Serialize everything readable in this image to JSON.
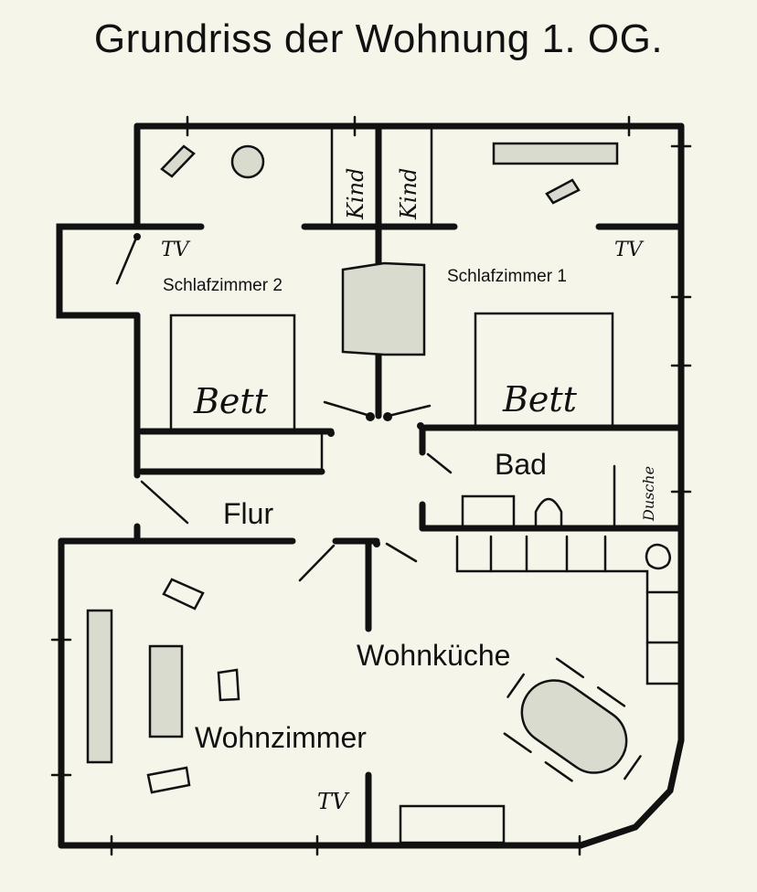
{
  "title": "Grundriss der Wohnung 1. OG.",
  "rooms": {
    "schlafzimmer2": "Schlafzimmer 2",
    "schlafzimmer1": "Schlafzimmer 1",
    "bad": "Bad",
    "flur": "Flur",
    "wohnkueche": "Wohnküche",
    "wohnzimmer": "Wohnzimmer"
  },
  "labels": {
    "bett_left": "Bett",
    "bett_right": "Bett",
    "kind_left": "Kind",
    "kind_right": "Kind",
    "tv_sz2": "TV",
    "tv_sz1": "TV",
    "tv_wohn": "TV",
    "dusche": "Dusche"
  },
  "colors": {
    "background": "#f5f5ea",
    "wall": "#111111",
    "furniture_fill": "#d9dbcf"
  }
}
